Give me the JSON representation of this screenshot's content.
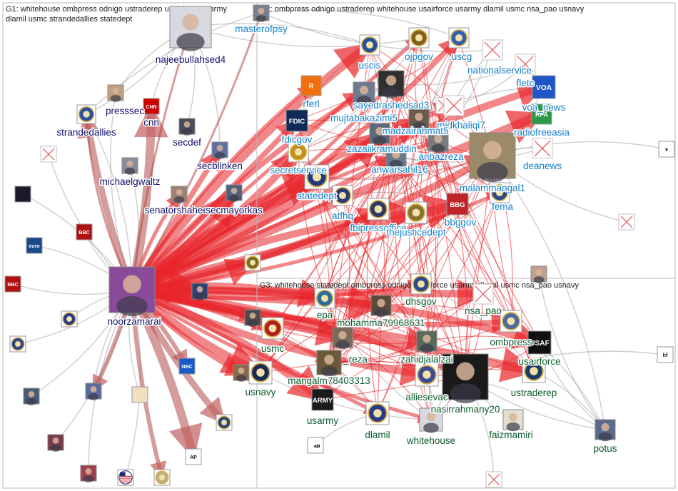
{
  "groups": [
    {
      "id": "g1",
      "title_lines": [
        "G1: whitehouse ombpress odnigo ustraderep usairforce usarmy",
        "dlamil usmc strandedallies statedept"
      ],
      "label_color": "#10106a"
    },
    {
      "id": "g2",
      "title_lines": [
        "G2: ombpress odnigo ustraderep whitehouse usairforce usarmy dlamil usmc nsa_pao usnavy"
      ],
      "label_color": "#1480c8"
    },
    {
      "id": "g3",
      "title_lines": [
        "G3: whitehouse statedept ombpress odnigo usairforce usarmy dlamil usmc nsa_pao usnavy"
      ],
      "label_color": "#0c5a2a"
    }
  ],
  "icons": {
    "broken": "broken-image-icon",
    "seal": "seal-icon",
    "photo": "profile-photo-icon",
    "logo": "logo-icon",
    "flag": "flag-icon"
  },
  "nodes": [
    {
      "id": "najeebullahsed4",
      "label": "najeebullahsed4",
      "group": "g1",
      "kind": "photo",
      "color": "#d8d8e0"
    },
    {
      "id": "masterofpsy",
      "label": "masterofpsy",
      "group": "g2",
      "kind": "photo",
      "color": "#7a8090"
    },
    {
      "id": "presssec",
      "label": "presssec",
      "group": "g1",
      "kind": "photo",
      "color": "#c0a080"
    },
    {
      "id": "cnn",
      "label": "cnn",
      "group": "g1",
      "kind": "logo",
      "color": "#cc0000",
      "logo_text": "CNN"
    },
    {
      "id": "strandedallies",
      "label": "strandedallies",
      "group": "g1",
      "kind": "seal",
      "color": "#3050a0"
    },
    {
      "id": "secdef",
      "label": "secdef",
      "group": "g1",
      "kind": "photo",
      "color": "#4a4a5a"
    },
    {
      "id": "secblinken",
      "label": "secblinken",
      "group": "g1",
      "kind": "photo",
      "color": "#6070a0"
    },
    {
      "id": "michaelgwaltz",
      "label": "michaelgwaltz",
      "group": "g1",
      "kind": "photo",
      "color": "#8a8a9a"
    },
    {
      "id": "senatorshaheen",
      "label": "senatorshaheen",
      "group": "g1",
      "kind": "photo",
      "color": "#a08070"
    },
    {
      "id": "secmayorkas",
      "label": "secmayorkas",
      "group": "g1",
      "kind": "photo",
      "color": "#50607a"
    },
    {
      "id": "noorzamarai",
      "label": "noorzamarai",
      "group": "g1",
      "kind": "photo",
      "color": "#8a4a9a"
    },
    {
      "id": "uscis",
      "label": "uscis",
      "group": "g2",
      "kind": "seal",
      "color": "#2050a0"
    },
    {
      "id": "ojpgov",
      "label": "ojpgov",
      "group": "g2",
      "kind": "seal",
      "color": "#806020"
    },
    {
      "id": "uscg",
      "label": "uscg",
      "group": "g2",
      "kind": "seal",
      "color": "#3060b0"
    },
    {
      "id": "nationalservice",
      "label": "nationalservice",
      "group": "g2",
      "kind": "broken",
      "color": "#ffffff"
    },
    {
      "id": "fletc",
      "label": "fletc",
      "group": "g2",
      "kind": "broken",
      "color": "#ffffff"
    },
    {
      "id": "voa_news",
      "label": "voa_news",
      "group": "g2",
      "kind": "logo",
      "color": "#1e56c8",
      "logo_text": "VOA"
    },
    {
      "id": "radiofreeasia",
      "label": "radiofreeasia",
      "group": "g2",
      "kind": "logo",
      "color": "#2a9a4a",
      "logo_text": "RFA"
    },
    {
      "id": "deanews",
      "label": "deanews",
      "group": "g2",
      "kind": "broken",
      "color": "#ffffff"
    },
    {
      "id": "rferl",
      "label": "rferl",
      "group": "g2",
      "kind": "logo",
      "color": "#f07010",
      "logo_text": "R"
    },
    {
      "id": "sayedrashedsad3",
      "label": "sayedrashedsad3",
      "group": "g2",
      "kind": "photo",
      "color": "#303030"
    },
    {
      "id": "mujtabakazimi5",
      "label": "mujtabakazimi5",
      "group": "g2",
      "kind": "photo",
      "color": "#707a90"
    },
    {
      "id": "midkhaliqi7",
      "label": "midkhaliqi7",
      "group": "g2",
      "kind": "broken",
      "color": "#ffffff"
    },
    {
      "id": "fdicgov",
      "label": "fdicgov",
      "group": "g2",
      "kind": "logo",
      "color": "#102a58",
      "logo_text": "FDIC"
    },
    {
      "id": "madzairahmat5",
      "label": "madzairahmat5",
      "group": "g2",
      "kind": "photo",
      "color": "#6a5a4a"
    },
    {
      "id": "zazaiikramuddin",
      "label": "zazaiikramuddin",
      "group": "g2",
      "kind": "photo",
      "color": "#5a6a7a"
    },
    {
      "id": "anbazreza",
      "label": "anbazreza",
      "group": "g2",
      "kind": "photo",
      "color": "#7a7a7a"
    },
    {
      "id": "secretservice",
      "label": "secretservice",
      "group": "g2",
      "kind": "seal",
      "color": "#c09020"
    },
    {
      "id": "anwarsahil16",
      "label": "anwarsahil16",
      "group": "g2",
      "kind": "photo",
      "color": "#6a7a8a"
    },
    {
      "id": "malammangal1",
      "label": "malammangal1",
      "group": "g2",
      "kind": "photo",
      "color": "#9a8a6a"
    },
    {
      "id": "statedept",
      "label": "statedept",
      "group": "g2",
      "kind": "seal",
      "color": "#203a80"
    },
    {
      "id": "atfhq",
      "label": "atfhq",
      "group": "g2",
      "kind": "seal",
      "color": "#2a3a7a"
    },
    {
      "id": "fema",
      "label": "fema",
      "group": "g2",
      "kind": "seal",
      "color": "#2a4a8a"
    },
    {
      "id": "fbipressoffice",
      "label": "fbipressoffice",
      "group": "g2",
      "kind": "seal",
      "color": "#2a3a6a"
    },
    {
      "id": "thejusticedept",
      "label": "thejusticedept",
      "group": "g2",
      "kind": "seal",
      "color": "#8a7030"
    },
    {
      "id": "bbggov",
      "label": "bbggov",
      "group": "g2",
      "kind": "logo",
      "color": "#c0242a",
      "logo_text": "BBG"
    },
    {
      "id": "epa",
      "label": "epa",
      "group": "g3",
      "kind": "seal",
      "color": "#2a6aa0"
    },
    {
      "id": "mohamma79968631",
      "label": "mohamma79968631",
      "group": "g3",
      "kind": "photo",
      "color": "#5a4a3a"
    },
    {
      "id": "dhsgov",
      "label": "dhsgov",
      "group": "g3",
      "kind": "seal",
      "color": "#2a4a8a"
    },
    {
      "id": "nsa_pao",
      "label": "nsa_pao",
      "group": "g3",
      "kind": "broken",
      "color": "#ffffff"
    },
    {
      "id": "usmc",
      "label": "usmc",
      "group": "g3",
      "kind": "seal",
      "color": "#b02020"
    },
    {
      "id": "reza",
      "label": "_reza",
      "group": "g3",
      "kind": "photo",
      "color": "#7a6a5a"
    },
    {
      "id": "zahidjalalzai",
      "label": "zahidjalalzai",
      "group": "g3",
      "kind": "photo",
      "color": "#5a6a5a"
    },
    {
      "id": "ombpress",
      "label": "ombpress",
      "group": "g3",
      "kind": "seal",
      "color": "#4a6aa0"
    },
    {
      "id": "usairforce",
      "label": "usairforce",
      "group": "g3",
      "kind": "logo",
      "color": "#101010",
      "logo_text": "USAF"
    },
    {
      "id": "mangalm78403313",
      "label": "mangalm78403313",
      "group": "g3",
      "kind": "photo",
      "color": "#6a5a3a"
    },
    {
      "id": "usnavy",
      "label": "usnavy",
      "group": "g3",
      "kind": "seal",
      "color": "#1a2a5a"
    },
    {
      "id": "alliesevac",
      "label": "alliesevac",
      "group": "g3",
      "kind": "seal",
      "color": "#3a4a9a"
    },
    {
      "id": "nasirrahmany20",
      "label": "nasirrahmany20",
      "group": "g3",
      "kind": "photo",
      "color": "#1a1a1a"
    },
    {
      "id": "ustraderep",
      "label": "ustraderep",
      "group": "g3",
      "kind": "seal",
      "color": "#1a3a6a"
    },
    {
      "id": "usarmy",
      "label": "usarmy",
      "group": "g3",
      "kind": "logo",
      "color": "#1a1a1a",
      "logo_text": "ARMY"
    },
    {
      "id": "dlamil",
      "label": "dlamil",
      "group": "g3",
      "kind": "seal",
      "color": "#2a3a8a"
    },
    {
      "id": "whitehouse",
      "label": "whitehouse",
      "group": "g3",
      "kind": "photo",
      "color": "#d8dae0"
    },
    {
      "id": "faizmamiri",
      "label": "faizmamiri",
      "group": "g3",
      "kind": "photo",
      "color": "#e0e0d0"
    },
    {
      "id": "potus",
      "label": "potus",
      "group": "g3",
      "kind": "photo",
      "color": "#5a6a8a"
    }
  ],
  "unlabeled_nodes": [
    {
      "id": "u_left1",
      "kind": "broken",
      "color": "#ffffff"
    },
    {
      "id": "u_left2",
      "kind": "logo",
      "color": "#1a1a2a",
      "logo_text": ""
    },
    {
      "id": "u_bbc1",
      "kind": "logo",
      "color": "#b01010",
      "logo_text": "BBC"
    },
    {
      "id": "u_euronews",
      "kind": "logo",
      "color": "#1a4a8a",
      "logo_text": "euro"
    },
    {
      "id": "u_bbc2",
      "kind": "logo",
      "color": "#b01010",
      "logo_text": "BBC"
    },
    {
      "id": "u_seal1",
      "kind": "seal",
      "color": "#2a3a8a"
    },
    {
      "id": "u_seal2",
      "kind": "seal",
      "color": "#2a4a8a"
    },
    {
      "id": "u_nbc",
      "kind": "logo",
      "color": "#1a5ac8",
      "logo_text": "NBC"
    },
    {
      "id": "u_photo1",
      "kind": "photo",
      "color": "#5a6a9a"
    },
    {
      "id": "u_photo2",
      "kind": "photo",
      "color": "#4a5a7a"
    },
    {
      "id": "u_aljazeera",
      "kind": "logo",
      "color": "#f0e0c0",
      "logo_text": ""
    },
    {
      "id": "u_photo3",
      "kind": "photo",
      "color": "#7a3a4a"
    },
    {
      "id": "u_photo4",
      "kind": "photo",
      "color": "#a04050"
    },
    {
      "id": "u_flag",
      "kind": "flag",
      "color": "#1a2a6a"
    },
    {
      "id": "u_seal3",
      "kind": "seal",
      "color": "#c0b080"
    },
    {
      "id": "u_ap",
      "kind": "logo",
      "color": "#ffffff",
      "logo_text": "AP"
    },
    {
      "id": "u_seal4",
      "kind": "seal",
      "color": "#2a4a7a"
    },
    {
      "id": "u_seal5",
      "kind": "seal",
      "color": "#7a6a2a"
    },
    {
      "id": "u_photo5",
      "kind": "photo",
      "color": "#304070"
    },
    {
      "id": "u_photo6",
      "kind": "photo",
      "color": "#4a4a4a"
    },
    {
      "id": "u_broken1",
      "kind": "broken",
      "color": "#ffffff"
    },
    {
      "id": "u_right1",
      "kind": "logo",
      "color": "#ffffff",
      "logo_text": "▾"
    },
    {
      "id": "u_broken2",
      "kind": "broken",
      "color": "#ffffff"
    },
    {
      "id": "u_photo7",
      "kind": "photo",
      "color": "#c0a090"
    },
    {
      "id": "u_right2",
      "kind": "logo",
      "color": "#ffffff",
      "logo_text": "hf"
    },
    {
      "id": "u_doc",
      "kind": "logo",
      "color": "#ffffff",
      "logo_text": "ﷲ"
    },
    {
      "id": "u_broken3",
      "kind": "broken",
      "color": "#ffffff"
    },
    {
      "id": "u_photo8",
      "kind": "photo",
      "color": "#8a6a4a"
    }
  ]
}
